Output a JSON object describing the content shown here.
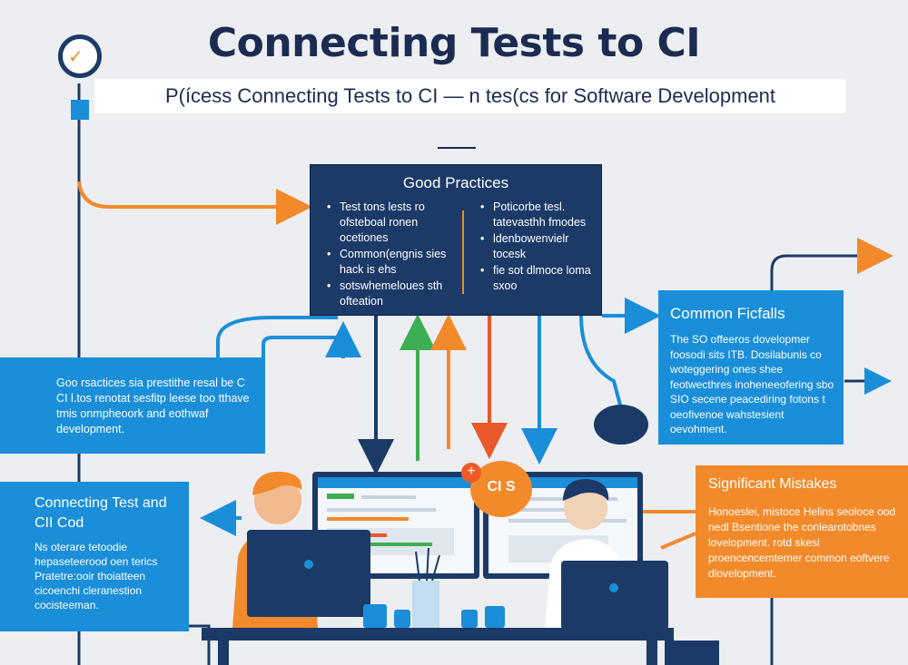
{
  "header": {
    "title": "Connecting Tests to CI",
    "subtitle": "P(ícess Connecting Tests to CI — n tes(cs for Software Development"
  },
  "good_practices": {
    "title": "Good Practices",
    "left_items": [
      "Test tons lests ro ofsteboal ronen ocetiones",
      "Common(engnis sies hack is ehs",
      "sotswhemeloues sth ofteation"
    ],
    "right_items": [
      "Poticorbe tesl. tatevasthh fmodes",
      "ldenbowenvielr tocesk",
      "fie sot dlmoce loma sxoo"
    ]
  },
  "common_pitfalls": {
    "title": "Common Ficfalls",
    "body": "The SO offeeros dovelopmer foosodi sits ITB. Dosilabunis co woteggering ones shee feotwecthres inoheneeofering sbo SIO secene peacediring fotons t oeofivenoe wahstesient oevohment."
  },
  "left_callout": {
    "body": "Goo rsactices sia prestithe resal be C CI l.tos renotat sesfitp leese too tthave tmis onmpheoork and eothwaf development."
  },
  "connecting": {
    "title": "Connecting Test and CII Cod",
    "body": "Ns oterare tetoodie hepaseteerood oen terics Pratetre:ooir thoiatteen cicoenchi cleranestion cocisteeman."
  },
  "significant_mistakes": {
    "title": "Significant Mistakes",
    "body": "Honoeslei, mistoce Helins seoloce ood nedl Bsentione the conlearotobnes lovelopment. rotd skesi proencencemtemer common eoftvere dlovelopment."
  },
  "badge": {
    "label": "CI S",
    "plus": "+"
  },
  "colors": {
    "navy": "#1c3a67",
    "blue": "#1a8ed8",
    "orange": "#f28a2c",
    "green": "#3cae54",
    "red": "#e8582a",
    "background": "#eceef1"
  }
}
